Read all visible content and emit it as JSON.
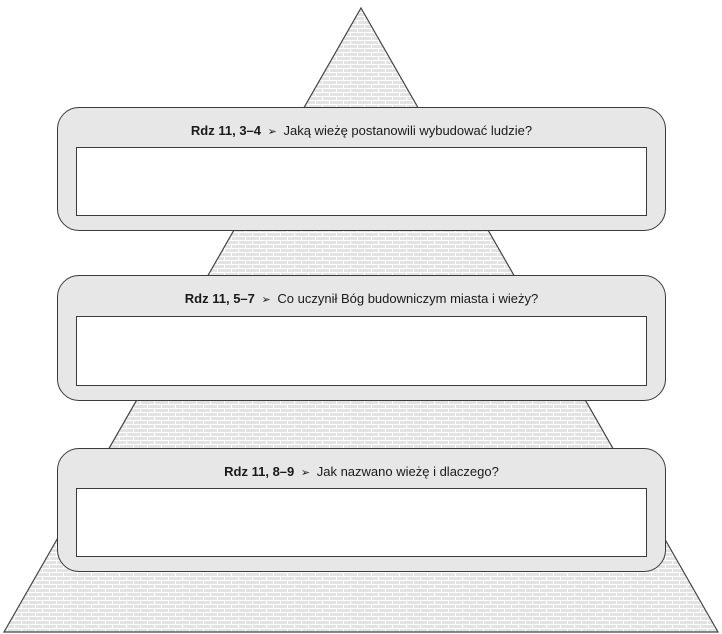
{
  "colors": {
    "brick_fill": "#e3e3e3",
    "mortar": "#ffffff",
    "outline": "#444444",
    "card_fill": "#e7e7e7"
  },
  "questions": [
    {
      "ref": "Rdz 11, 3–4",
      "arrow_icon": "➢",
      "text": "Jaką wieżę postanowili wybudować ludzie?",
      "answer": ""
    },
    {
      "ref": "Rdz 11, 5–7",
      "arrow_icon": "➢",
      "text": "Co uczynił Bóg budowniczym miasta i wieży?",
      "answer": ""
    },
    {
      "ref": "Rdz 11, 8–9",
      "arrow_icon": "➢",
      "text": "Jak nazwano wieżę i dlaczego?",
      "answer": ""
    }
  ]
}
